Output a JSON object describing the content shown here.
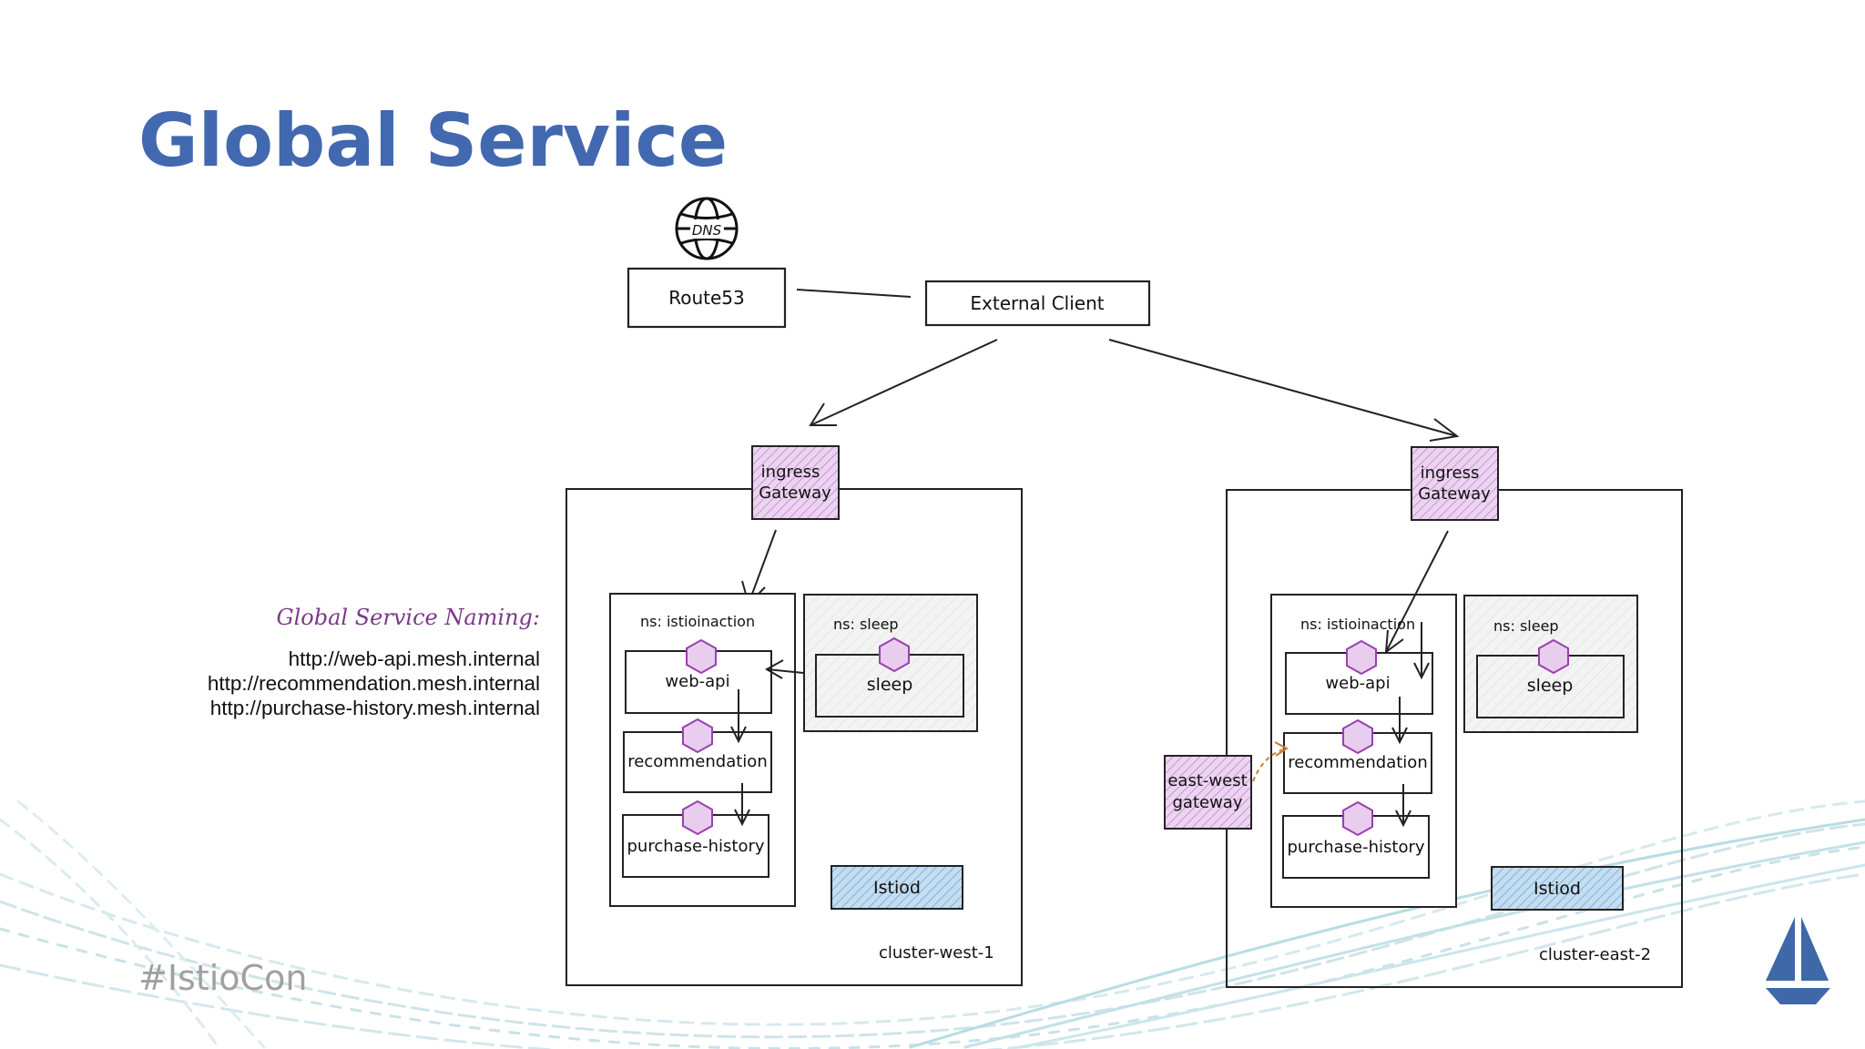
{
  "slide": {
    "title": "Global Service",
    "hashtag": "#IstioCon"
  },
  "naming": {
    "title": "Global Service Naming:",
    "urls": [
      "http://web-api.mesh.internal",
      "http://recommendation.mesh.internal",
      "http://purchase-history.mesh.internal"
    ]
  },
  "diagram": {
    "dns_label": "DNS",
    "route53": "Route53",
    "external_client": "External Client",
    "west": {
      "cluster_label": "cluster-west-1",
      "ingress": [
        "ingress",
        "Gateway"
      ],
      "ns_istioinaction": "ns: istioinaction",
      "ns_sleep": "ns: sleep",
      "services": [
        "web-api",
        "recommendation",
        "purchase-history"
      ],
      "sleep": "sleep",
      "istiod": "Istiod"
    },
    "east": {
      "cluster_label": "cluster-east-2",
      "ingress": [
        "ingress",
        "Gateway"
      ],
      "ns_istioinaction": "ns: istioinaction",
      "ns_sleep": "ns: sleep",
      "services": [
        "web-api",
        "recommendation",
        "purchase-history"
      ],
      "sleep": "sleep",
      "istiod": "Istiod",
      "eastwest": [
        "east-west",
        "gateway"
      ]
    }
  },
  "colors": {
    "title": "#4268b0",
    "purple_fill": "#e8cdee",
    "purple_stroke": "#9a3fb0",
    "istiod_fill": "#b9d7ee",
    "sleep_fill": "#f2f2f2",
    "orange_arrow": "#c8803a",
    "logo": "#3e68a8"
  }
}
